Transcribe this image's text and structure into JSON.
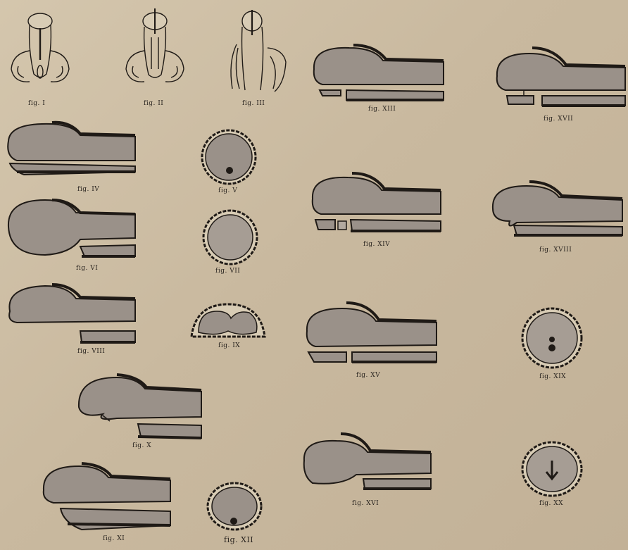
{
  "colors": {
    "paper": "#cbbba2",
    "ink": "#1f1a16",
    "tissue": "#9a9189",
    "tissue_light": "#b3aaa0"
  },
  "figures": [
    {
      "id": "1",
      "label": "fig. I"
    },
    {
      "id": "2",
      "label": "fig. II"
    },
    {
      "id": "3",
      "label": "fig. III"
    },
    {
      "id": "4",
      "label": "fig. IV"
    },
    {
      "id": "5",
      "label": "fig. V"
    },
    {
      "id": "6",
      "label": "fig. VI"
    },
    {
      "id": "7",
      "label": "fig. VII"
    },
    {
      "id": "8",
      "label": "fig. VIII"
    },
    {
      "id": "9",
      "label": "fig. IX"
    },
    {
      "id": "10",
      "label": "fig. X"
    },
    {
      "id": "11",
      "label": "fig. XI"
    },
    {
      "id": "12",
      "label": "fig. XII"
    },
    {
      "id": "13",
      "label": "fig. XIII"
    },
    {
      "id": "14",
      "label": "fig. XIV"
    },
    {
      "id": "15",
      "label": "fig. XV"
    },
    {
      "id": "16",
      "label": "fig. XVI"
    },
    {
      "id": "17",
      "label": "fig. XVII"
    },
    {
      "id": "18",
      "label": "fig. XVIII"
    },
    {
      "id": "19",
      "label": "fig. XIX"
    },
    {
      "id": "20",
      "label": "fig. XX"
    }
  ]
}
